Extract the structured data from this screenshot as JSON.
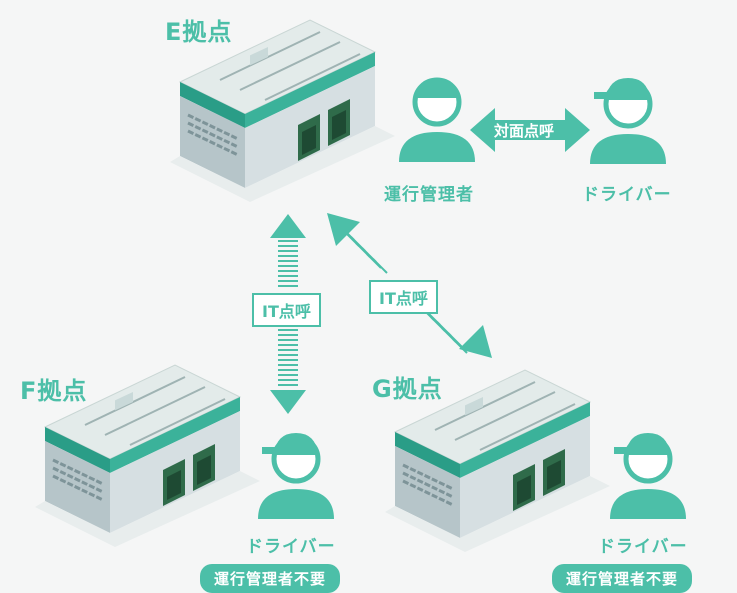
{
  "sites": {
    "e": {
      "name": "E拠点"
    },
    "f": {
      "name": "F拠点"
    },
    "g": {
      "name": "G拠点"
    }
  },
  "people": {
    "e_manager": "運行管理者",
    "e_driver": "ドライバー",
    "f_driver": "ドライバー",
    "g_driver": "ドライバー"
  },
  "links": {
    "face_to_face": "対面点呼",
    "it_ef": "IT点呼",
    "it_eg": "IT点呼"
  },
  "badges": {
    "f_no_manager": "運行管理者不要",
    "g_no_manager": "運行管理者不要"
  },
  "colors": {
    "accent": "#4cbfa8",
    "building_wall": "#cfd8dc",
    "building_roof": "#e6ecee"
  }
}
